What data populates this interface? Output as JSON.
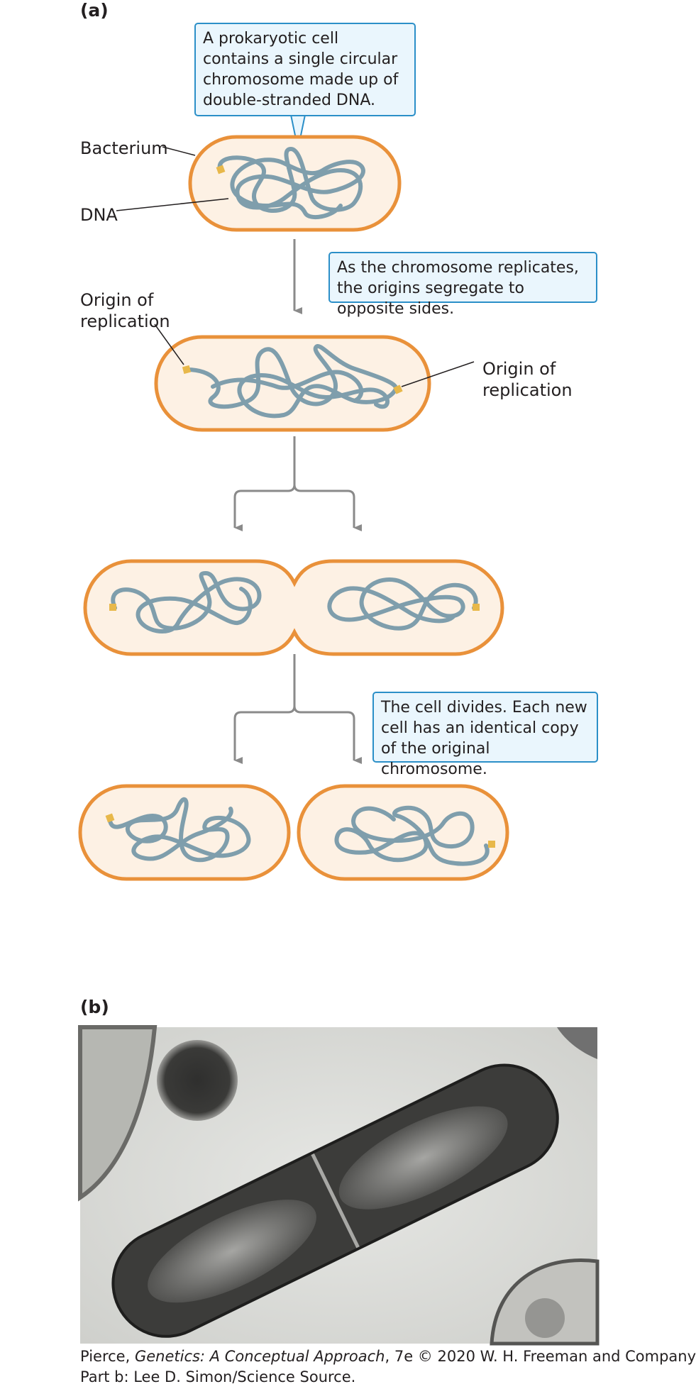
{
  "panel_a": {
    "label": "(a)",
    "callout_1": "A prokaryotic cell contains a single circular chromosome made up of double-stranded DNA.",
    "callout_2": "As the chromosome replicates, the origins segregate to opposite sides.",
    "callout_3": "The cell divides. Each new cell has an identical copy of the original chromosome.",
    "label_bacterium": "Bacterium",
    "label_dna": "DNA",
    "label_origin_left_1": "Origin of",
    "label_origin_left_2": "replication",
    "label_origin_right_1": "Origin of",
    "label_origin_right_2": "replication"
  },
  "panel_b": {
    "label": "(b)"
  },
  "credit": {
    "line1_prefix": "Pierce, ",
    "line1_title": "Genetics: A Conceptual Approach",
    "line1_suffix": ", 7e © 2020 W. H. Freeman and Company",
    "line2": "Part b: Lee D. Simon/Science Source."
  },
  "colors": {
    "cell_outline": "#e9913a",
    "cell_fill": "#fdf1e4",
    "dna": "#7f9eac",
    "origin": "#e8b84a",
    "arrow": "#8a8a8a",
    "callout_border": "#2b8fc8",
    "callout_fill": "#eaf6fd"
  }
}
